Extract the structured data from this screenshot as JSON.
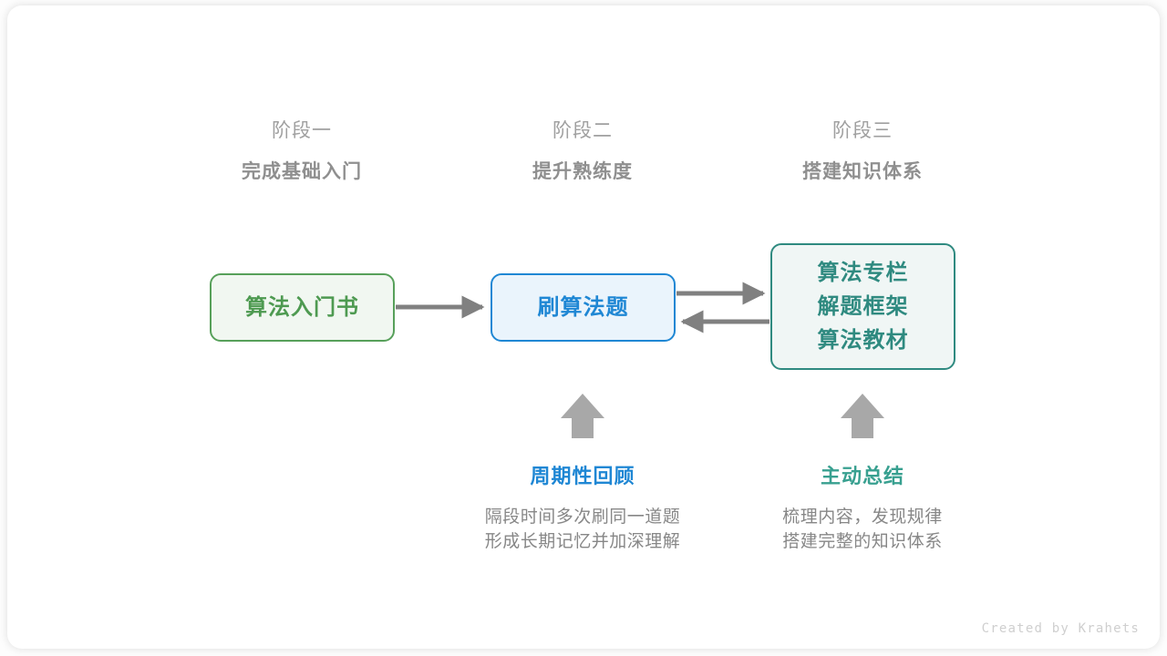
{
  "stages": [
    {
      "index": "阶段一",
      "title": "完成基础入门"
    },
    {
      "index": "阶段二",
      "title": "提升熟练度"
    },
    {
      "index": "阶段三",
      "title": "搭建知识体系"
    }
  ],
  "nodes": {
    "book": {
      "lines": [
        "算法入门书"
      ],
      "border": "#57a05a",
      "fill": "#f1f7f1",
      "text": "#4e9a51"
    },
    "practice": {
      "lines": [
        "刷算法题"
      ],
      "border": "#1f87d4",
      "fill": "#eaf4fc",
      "text": "#1f87d4"
    },
    "resources": {
      "lines": [
        "算法专栏",
        "解题框架",
        "算法教材"
      ],
      "border": "#2f8a80",
      "fill": "#f0f6f5",
      "text": "#2f8a80"
    }
  },
  "connectors": [
    {
      "name": "book-to-practice",
      "direction": "right"
    },
    {
      "name": "practice-to-resources",
      "direction": "right"
    },
    {
      "name": "resources-to-practice",
      "direction": "left"
    },
    {
      "name": "review-up-arrow",
      "direction": "up"
    },
    {
      "name": "summary-up-arrow",
      "direction": "up"
    }
  ],
  "annotations": [
    {
      "title": "周期性回顾",
      "color": "#1f87d4",
      "desc_line1": "隔段时间多次刷同一道题",
      "desc_line2": "形成长期记忆并加深理解"
    },
    {
      "title": "主动总结",
      "color": "#38a090",
      "desc_line1": "梳理内容，发现规律",
      "desc_line2": "搭建完整的知识体系"
    }
  ],
  "footer": {
    "credit": "Created by Krahets"
  },
  "palette": {
    "arrow": "#808080",
    "header_index": "#a0a0a0",
    "header_title": "#8f8f8f",
    "body_text": "#878787",
    "card_bg": "#ffffff",
    "page_bg": "#fdfdfd"
  }
}
